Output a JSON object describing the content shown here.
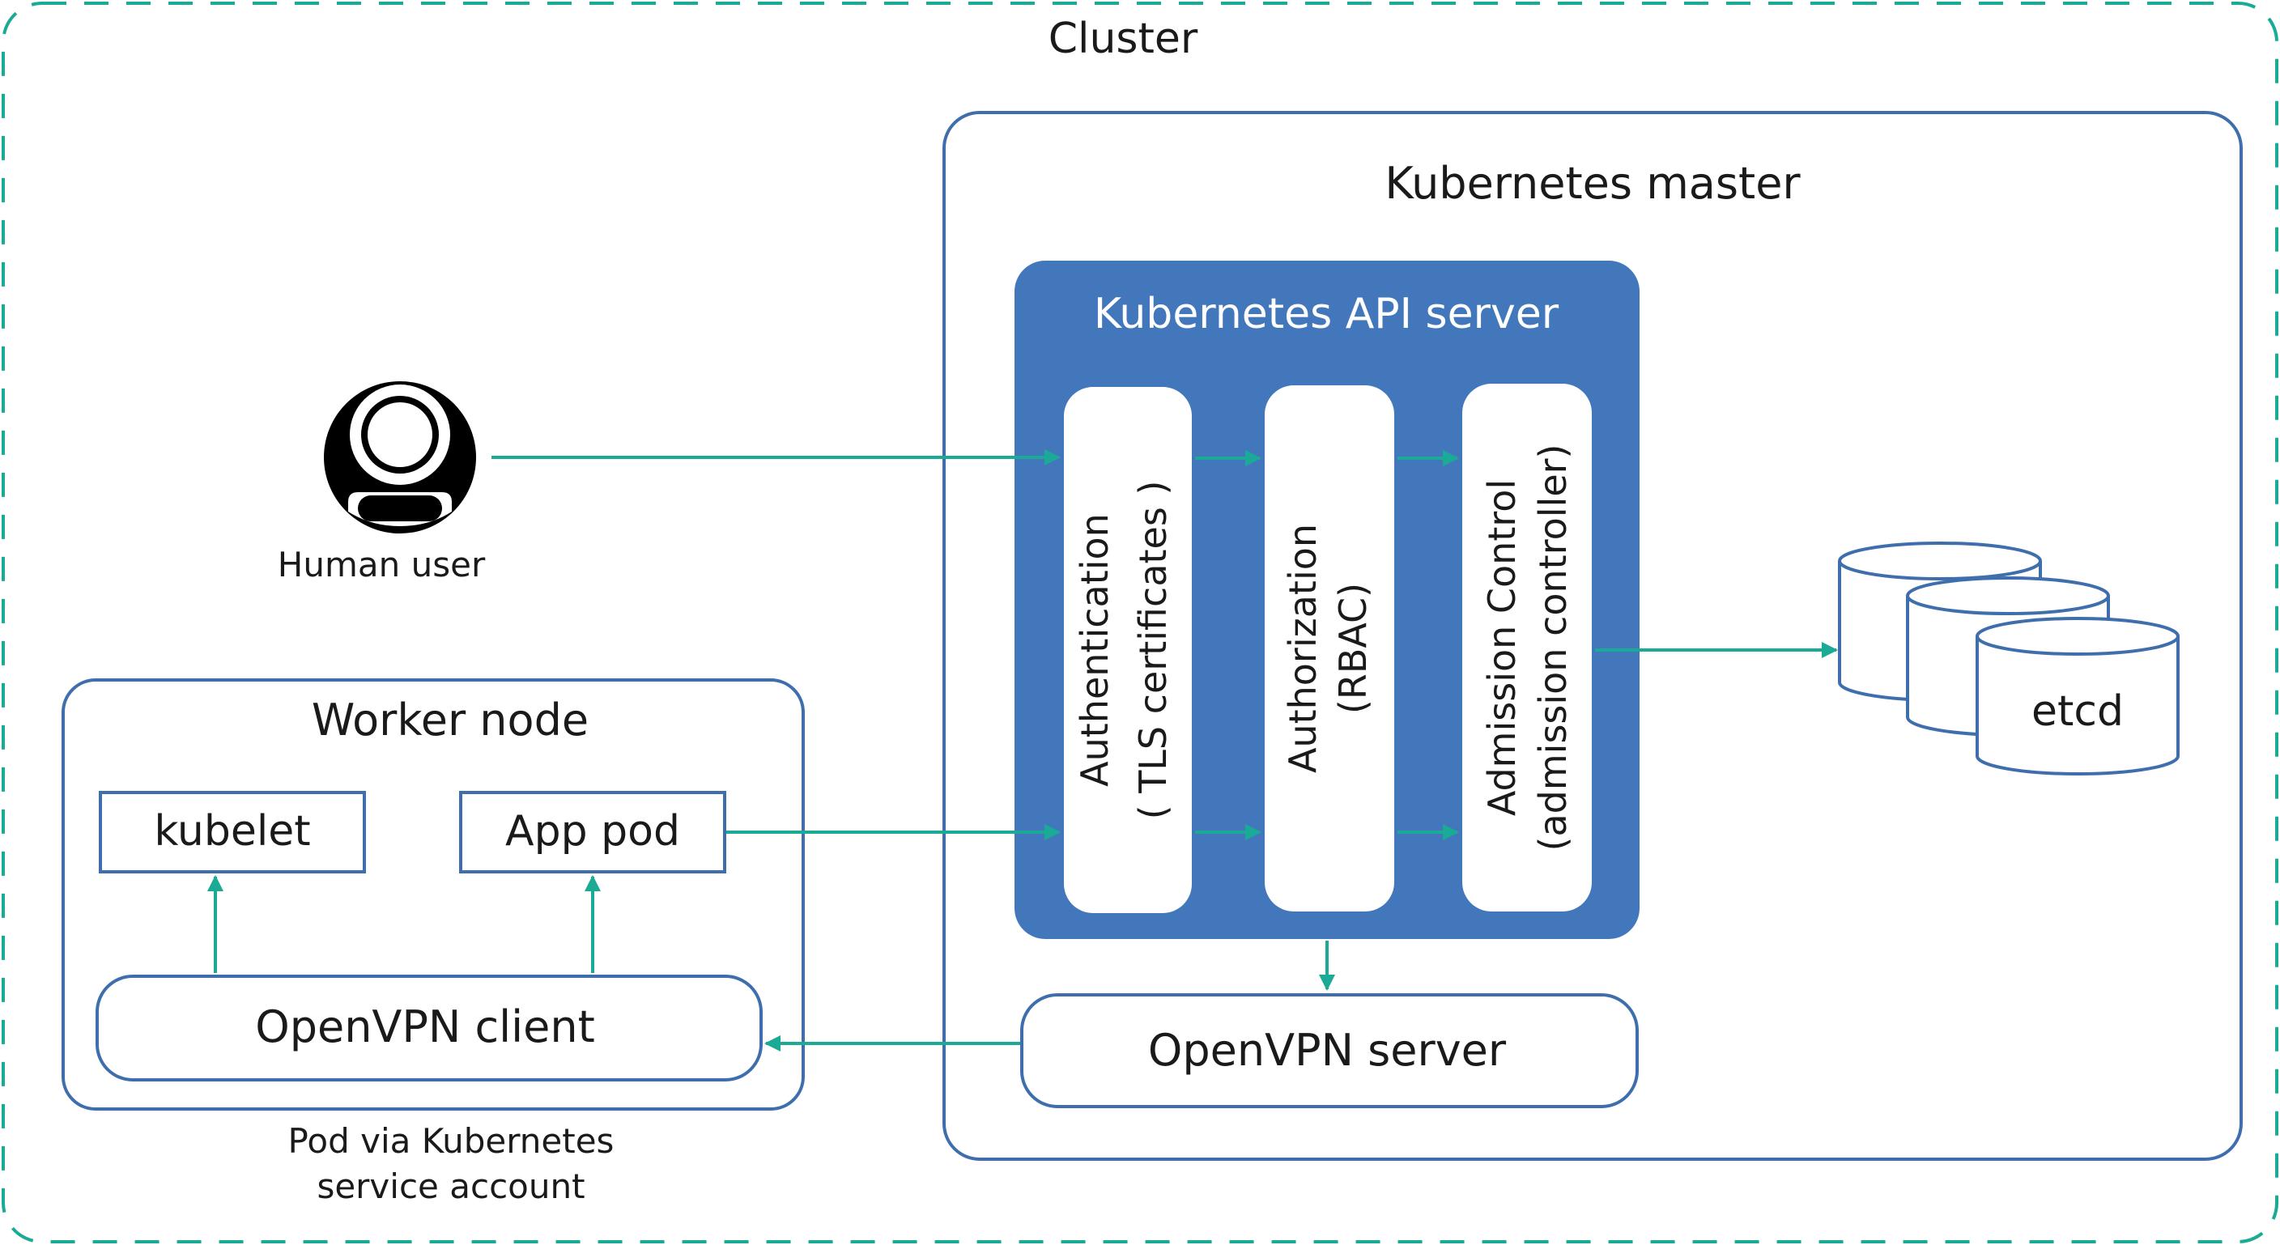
{
  "colors": {
    "teal": "#1aaa96",
    "blue_border": "#3f6ead",
    "api_fill": "#4377bb",
    "text": "#1a1a1a",
    "white": "#ffffff"
  },
  "cluster": {
    "label": "Cluster"
  },
  "master": {
    "label": "Kubernetes master"
  },
  "api_server": {
    "label": "Kubernetes API server"
  },
  "stages": {
    "authentication": {
      "line1": "Authentication",
      "line2": "( TLS certificates )"
    },
    "authorization": {
      "line1": "Authorization",
      "line2": "(RBAC)"
    },
    "admission": {
      "line1": "Admission Control",
      "line2": "(admission controller)"
    }
  },
  "human_user": {
    "label": "Human user",
    "icon": "user-icon"
  },
  "etcd": {
    "label": "etcd",
    "icon": "database-stack-icon"
  },
  "worker_node": {
    "label": "Worker node"
  },
  "kubelet": {
    "label": "kubelet"
  },
  "app_pod": {
    "label": "App pod"
  },
  "openvpn_client": {
    "label": "OpenVPN client"
  },
  "openvpn_server": {
    "label": "OpenVPN server"
  },
  "pod_caption": {
    "line1": "Pod via Kubernetes",
    "line2": "service account"
  }
}
